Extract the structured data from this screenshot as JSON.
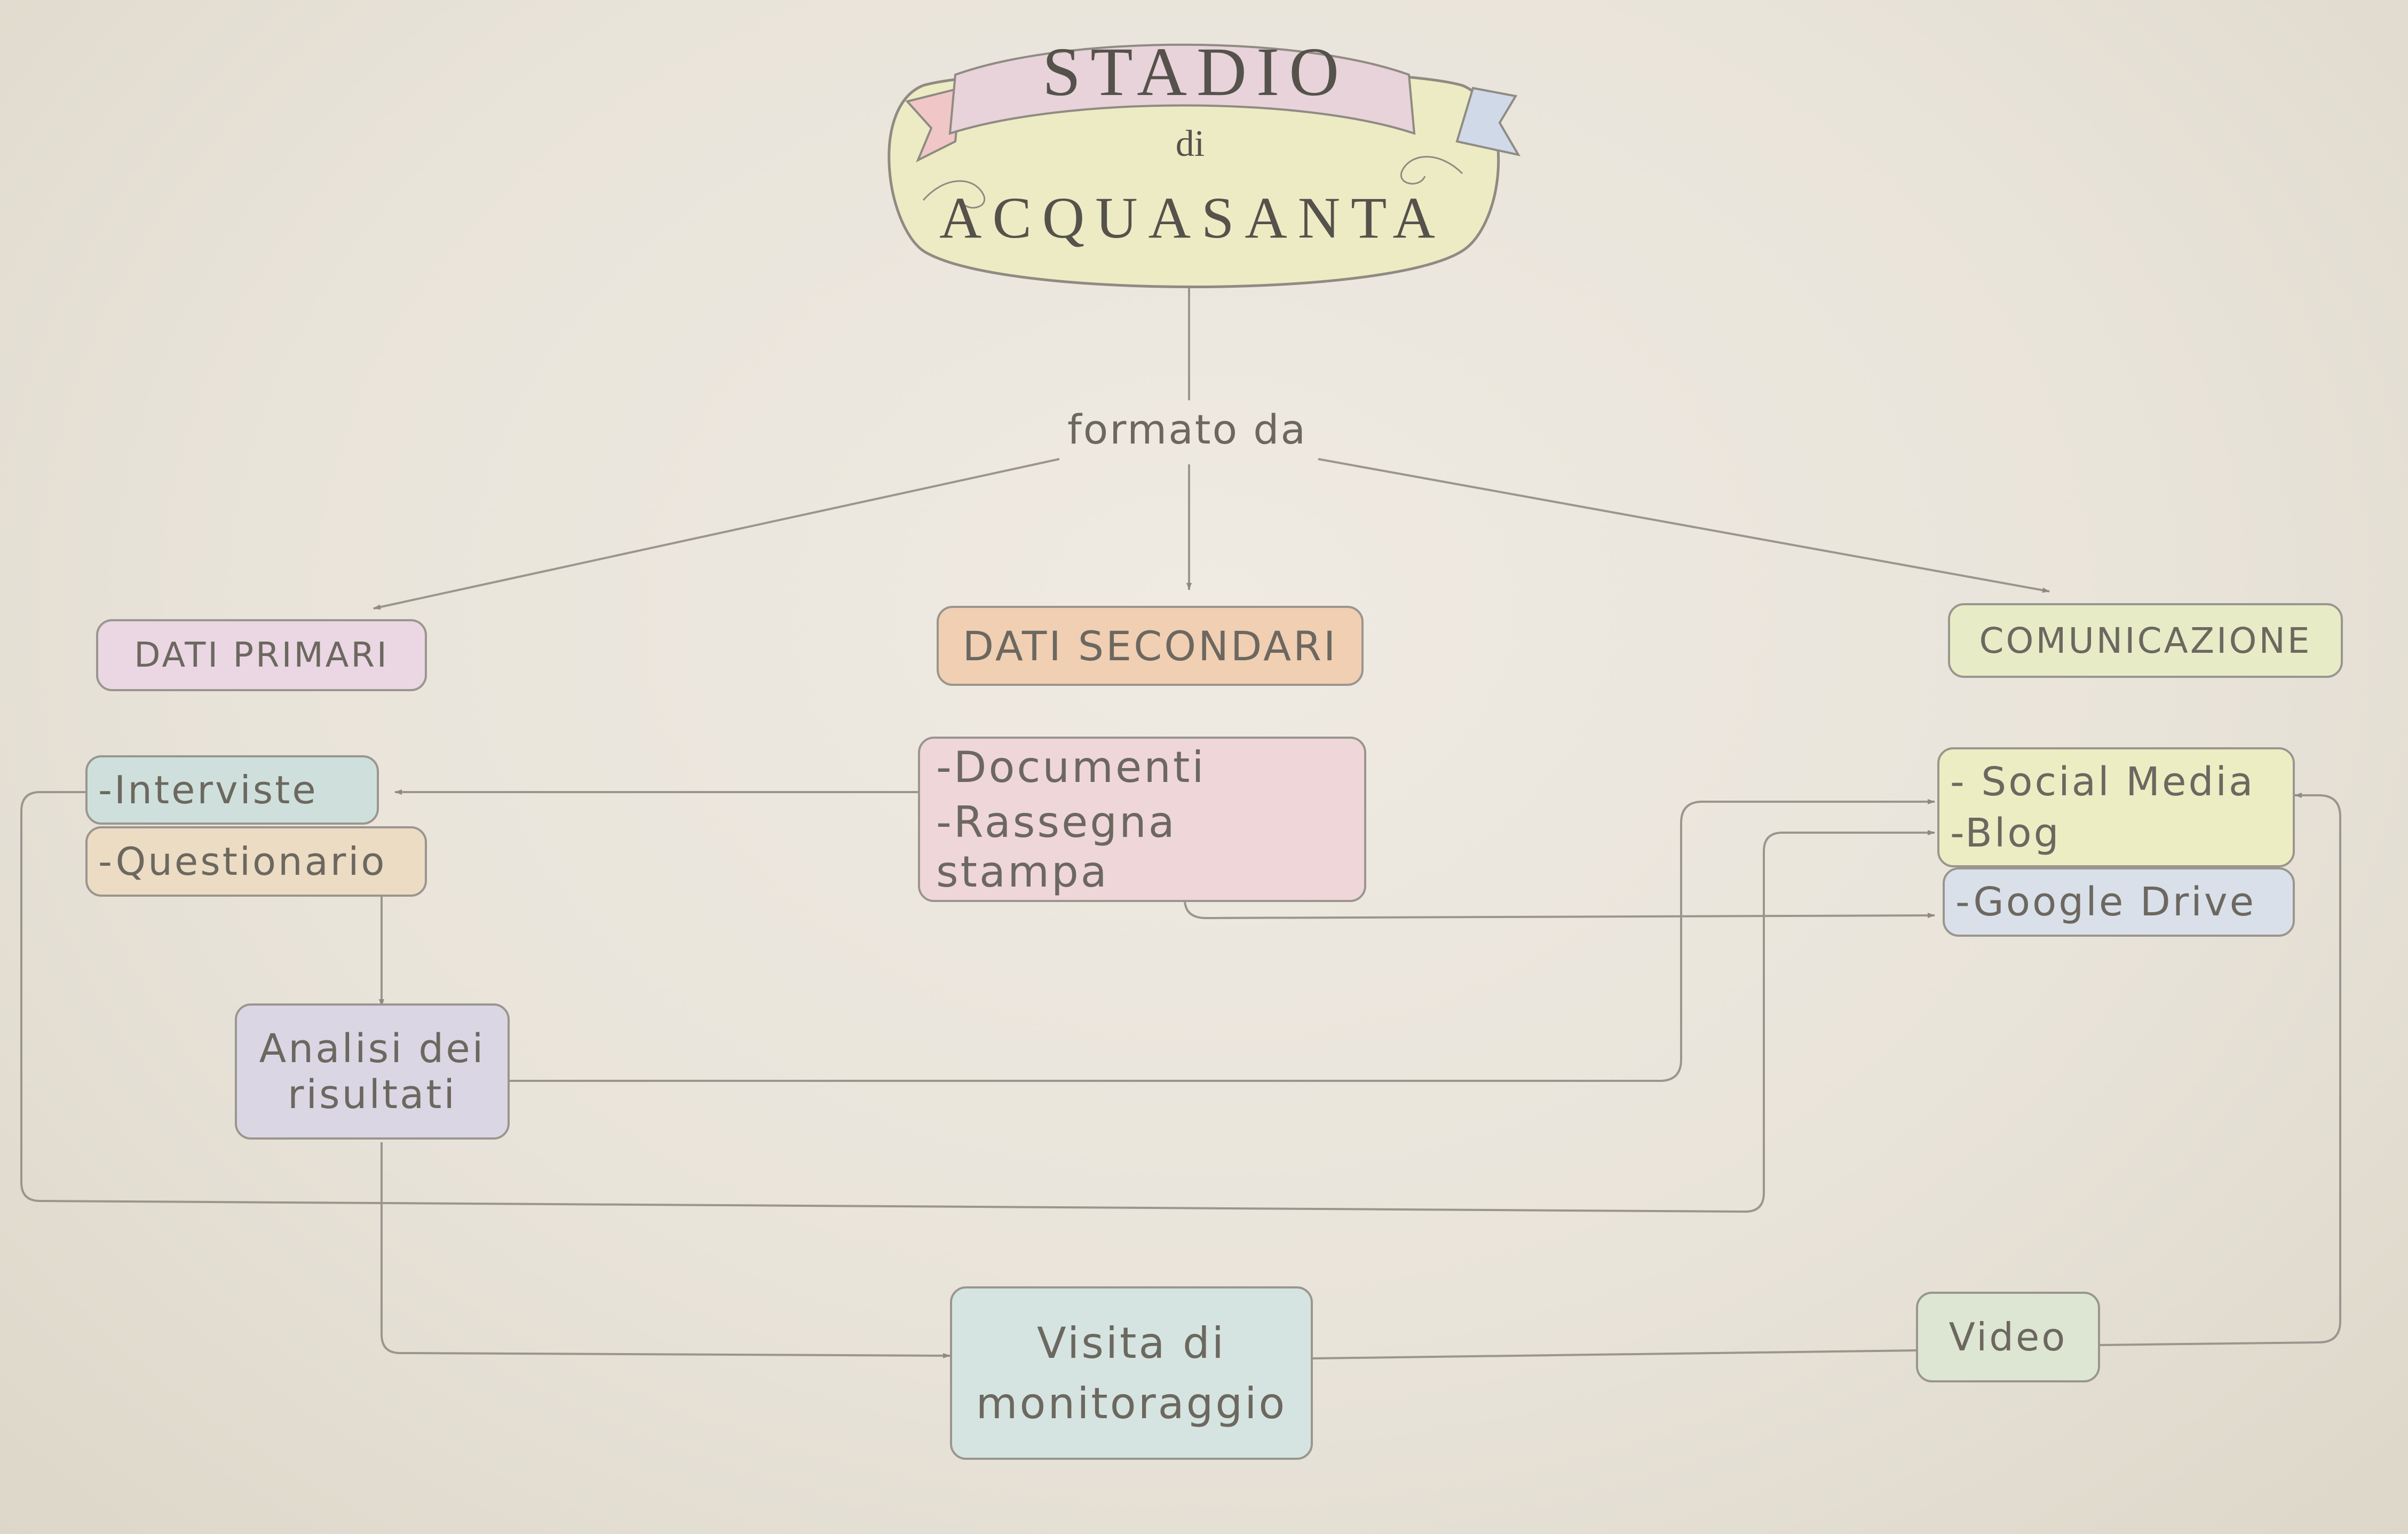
{
  "title": {
    "line1": "STADIO",
    "line2": "di",
    "line3": "ACQUASANTA"
  },
  "link_label": "formato da",
  "categories": {
    "primary": "DATI PRIMARI",
    "secondary": "DATI SECONDARI",
    "communication": "COMUNICAZIONE"
  },
  "primary_items": {
    "interviews": "-Interviste",
    "questionnaire": "-Questionario"
  },
  "secondary_items": {
    "documents": "-Documenti",
    "press_review": "-Rassegna stampa"
  },
  "communication_items": {
    "social_media": "- Social Media",
    "blog": "-Blog",
    "google_drive": "-Google Drive"
  },
  "analysis": {
    "line1": "Analisi dei",
    "line2": "risultati"
  },
  "visit": {
    "line1": "Visita di",
    "line2": "monitoraggio"
  },
  "video": "Video",
  "colors": {
    "paper": "#ece7df",
    "pencil": "#9a968e",
    "title_fill": "#ecebc4",
    "banner_pink": "#f1c6c6",
    "banner_blue": "#cfd9e8",
    "primary_fill": "#ead7e3",
    "secondary_fill": "#f1cfb3",
    "communication_fill": "#e7ecc7",
    "interviews_fill": "#cfe0dc",
    "questionnaire_fill": "#ecdcc4",
    "documents_fill": "#efd6d8",
    "social_fill": "#ecedc3",
    "drive_fill": "#d9e0ea",
    "analysis_fill": "#dbd6e4",
    "visit_fill": "#d5e4e0",
    "video_fill": "#dde6d2"
  }
}
